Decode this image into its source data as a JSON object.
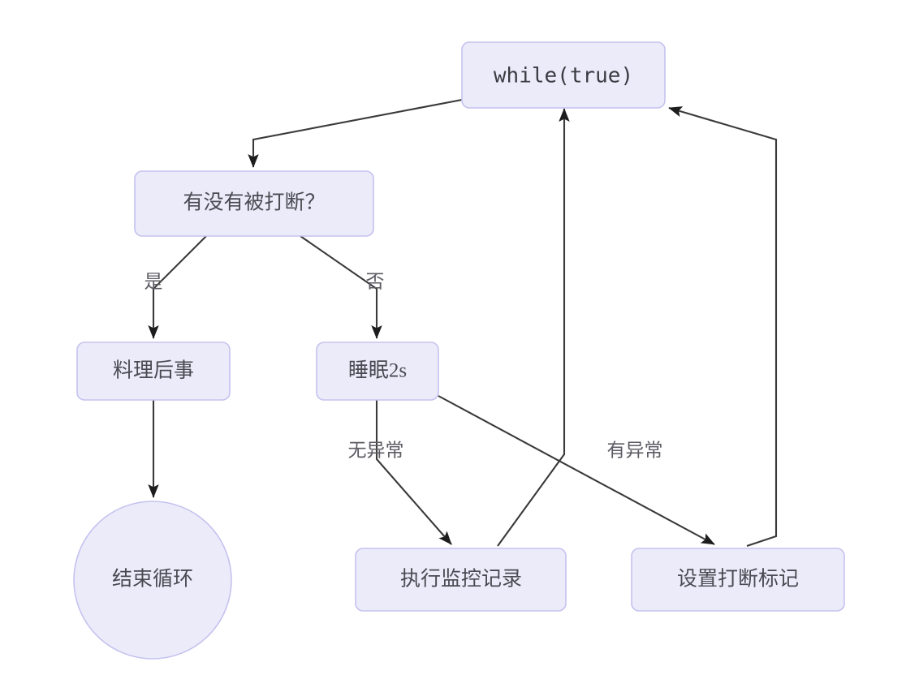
{
  "diagram": {
    "type": "flowchart",
    "title": "",
    "background_color": "#ffffff",
    "node_fill_color": "#ecebfa",
    "node_border_color": "#c5c2ee",
    "edge_color": "#3a3a3a",
    "text_color": "#4a4a52",
    "nodes": [
      {
        "id": "while",
        "label": "while(true)",
        "shape": "rounded-rect",
        "font": "monospace"
      },
      {
        "id": "check",
        "label": "有没有被打断？",
        "shape": "rounded-rect",
        "font": "serif"
      },
      {
        "id": "cleanup",
        "label": "料理后事",
        "shape": "rounded-rect",
        "font": "serif"
      },
      {
        "id": "sleep",
        "label": "睡眠2s",
        "shape": "rounded-rect",
        "font": "serif"
      },
      {
        "id": "endloop",
        "label": "结束循环",
        "shape": "circle",
        "font": "serif"
      },
      {
        "id": "monitor",
        "label": "执行监控记录",
        "shape": "rounded-rect",
        "font": "serif"
      },
      {
        "id": "setflag",
        "label": "设置打断标记",
        "shape": "rounded-rect",
        "font": "serif"
      }
    ],
    "edges": [
      {
        "from": "while",
        "to": "check",
        "label": ""
      },
      {
        "from": "check",
        "to": "cleanup",
        "label": "是"
      },
      {
        "from": "check",
        "to": "sleep",
        "label": "否"
      },
      {
        "from": "cleanup",
        "to": "endloop",
        "label": ""
      },
      {
        "from": "sleep",
        "to": "monitor",
        "label": "无异常"
      },
      {
        "from": "sleep",
        "to": "setflag",
        "label": "有异常"
      },
      {
        "from": "monitor",
        "to": "while",
        "label": ""
      },
      {
        "from": "setflag",
        "to": "while",
        "label": ""
      }
    ],
    "edge_labels": {
      "yes": "是",
      "no": "否",
      "no_exception": "无异常",
      "has_exception": "有异常"
    }
  }
}
